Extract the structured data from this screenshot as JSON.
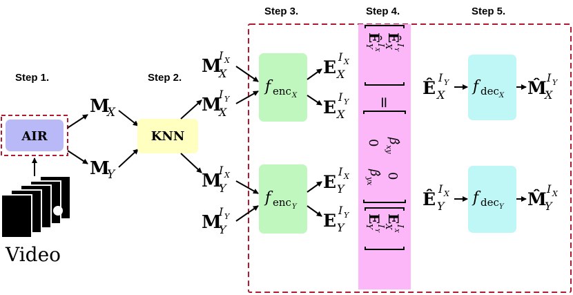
{
  "steps": {
    "step1": "Step 1.",
    "step2": "Step 2.",
    "step3": "Step 3.",
    "step4": "Step 4.",
    "step5": "Step 5."
  },
  "boxes": {
    "air": "AIR",
    "knn": "KNN"
  },
  "input": {
    "label": "Video"
  },
  "step2_outputs": {
    "mx": {
      "base": "M",
      "sub": "X"
    },
    "my": {
      "base": "M",
      "sub": "Y"
    }
  },
  "step3": {
    "inputs": [
      {
        "base": "M",
        "sub": "X",
        "sup": "I",
        "supsub": "X"
      },
      {
        "base": "M",
        "sub": "X",
        "sup": "I",
        "supsub": "Y"
      },
      {
        "base": "M",
        "sub": "Y",
        "sup": "I",
        "supsub": "X"
      },
      {
        "base": "M",
        "sub": "Y",
        "sup": "I",
        "supsub": "Y"
      }
    ],
    "encoders": [
      {
        "base": "f",
        "subtext": "enc",
        "subsub": "X"
      },
      {
        "base": "f",
        "subtext": "enc",
        "subsub": "Y"
      }
    ],
    "outputs": [
      {
        "base": "E",
        "sub": "X",
        "sup": "I",
        "supsub": "X"
      },
      {
        "base": "E",
        "sub": "X",
        "sup": "I",
        "supsub": "Y"
      },
      {
        "base": "E",
        "sub": "Y",
        "sup": "I",
        "supsub": "X"
      },
      {
        "base": "E",
        "sub": "Y",
        "sup": "I",
        "supsub": "Y"
      }
    ]
  },
  "step4": {
    "lhs_vector": [
      "Ê^{I_Y}_X",
      "Ê^{I_X}_Y"
    ],
    "equals": "=",
    "rhs_vector": [
      "E^{I_X}_X",
      "E^{I_Y}_Y"
    ],
    "matrix": [
      [
        "β̂",
        "xy",
        "0"
      ],
      [
        "0",
        "β̂",
        "yx"
      ]
    ]
  },
  "step5": {
    "inputs": [
      {
        "base": "Ê",
        "sub": "X",
        "sup": "I",
        "supsub": "Y"
      },
      {
        "base": "Ê",
        "sub": "Y",
        "sup": "I",
        "supsub": "X"
      }
    ],
    "decoders": [
      {
        "base": "f",
        "subtext": "dec",
        "subsub": "X"
      },
      {
        "base": "f",
        "subtext": "dec",
        "subsub": "Y"
      }
    ],
    "outputs": [
      {
        "base": "M̂",
        "sub": "X",
        "sup": "I",
        "supsub": "Y"
      },
      {
        "base": "M̂",
        "sub": "Y",
        "sup": "I",
        "supsub": "X"
      }
    ]
  },
  "colors": {
    "air_fill": "#b9b9f7",
    "knn_fill": "#ffffc0",
    "enc_fill": "#bff7bf",
    "step4_fill": "#fcb7f9",
    "dec_fill": "#bff7f7",
    "dashed_border": "#b0182e"
  }
}
